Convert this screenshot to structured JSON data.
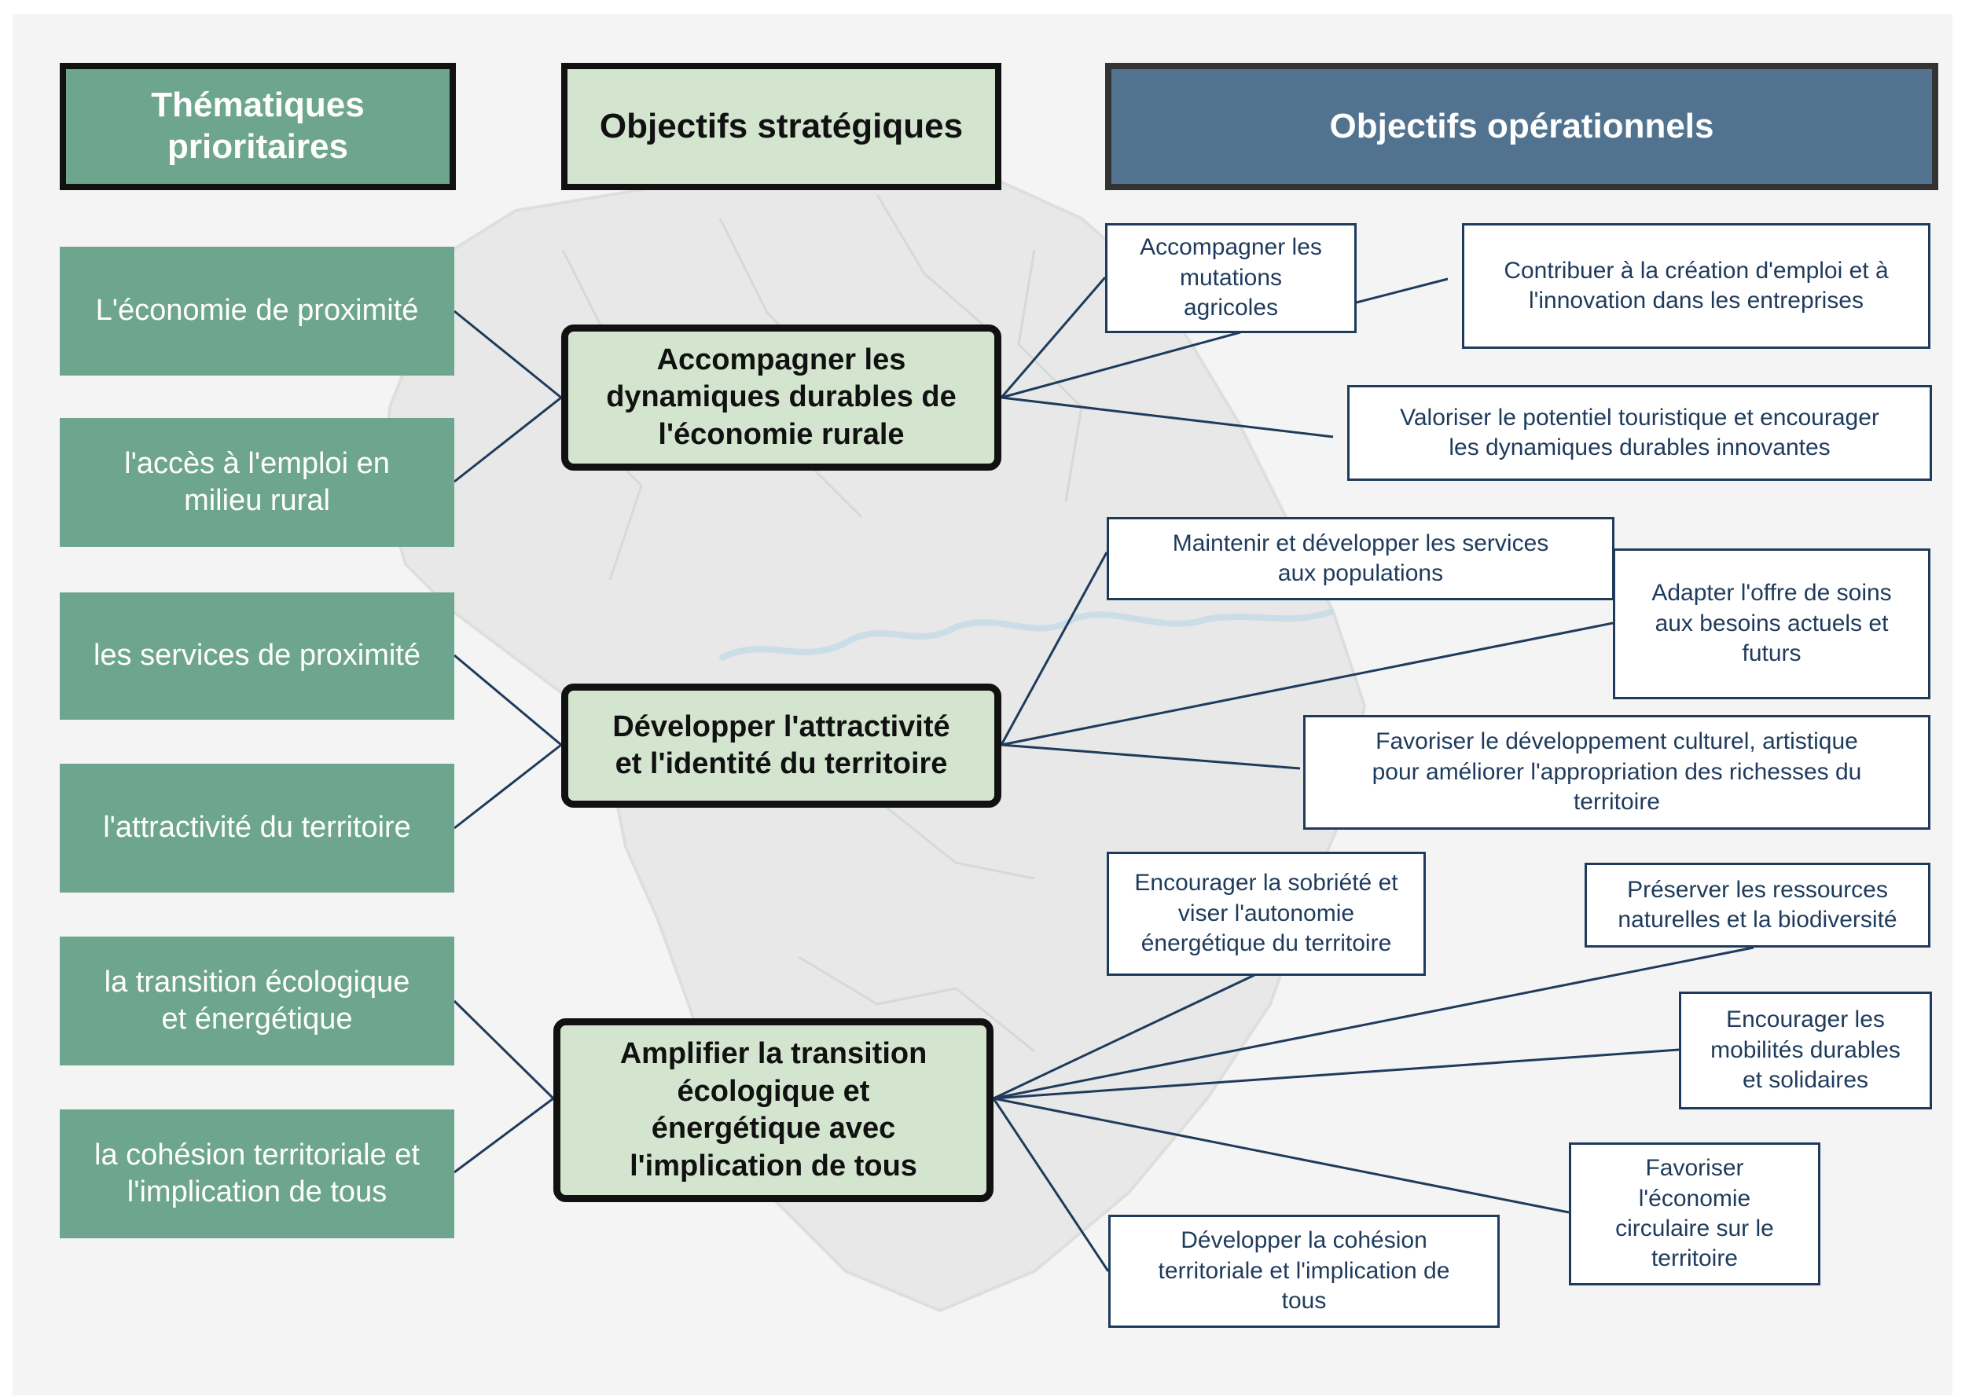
{
  "colors": {
    "theme_bg": "#6ea58f",
    "strategic_bg": "#d3e5cf",
    "operational_header_bg": "#52738f",
    "operational_text": "#1f3b5c",
    "connector": "#1f3b5c",
    "background": "#f4f4f4"
  },
  "headers": {
    "themes": "Thématiques\nprioritaires",
    "strategic": "Objectifs stratégiques",
    "operational": "Objectifs opérationnels"
  },
  "themes": [
    "L'économie de proximité",
    "l'accès à l'emploi en\nmilieu rural",
    "les services de proximité",
    "l'attractivité du territoire",
    "la transition écologique\net énergétique",
    "la cohésion territoriale et\nl'implication de tous"
  ],
  "strategic": [
    "Accompagner les\ndynamiques durables de\nl'économie rurale",
    "Développer l'attractivité\net l'identité du territoire",
    "Amplifier la transition\nécologique et\nénergétique avec\nl'implication de tous"
  ],
  "operational": [
    "Accompagner les\nmutations\nagricoles",
    "Contribuer à la création d'emploi et à\nl'innovation dans les entreprises",
    "Valoriser le potentiel touristique et encourager\nles dynamiques durables innovantes",
    "Maintenir et développer les services\naux populations",
    "Adapter l'offre de soins\naux besoins actuels et\nfuturs",
    "Favoriser le développement culturel, artistique\npour améliorer l'appropriation des richesses du\nterritoire",
    "Encourager la sobriété et\nviser l'autonomie\nénergétique du territoire",
    "Préserver les ressources\nnaturelles et la biodiversité",
    "Encourager les\nmobilités durables\net solidaires",
    "Favoriser\nl'économie\ncirculaire sur le\nterritoire",
    "Développer la cohésion\nterritoriale et l'implication de\ntous"
  ]
}
